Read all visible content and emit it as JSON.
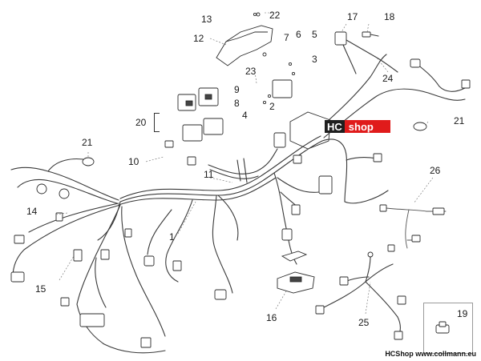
{
  "callouts": {
    "c1": "1",
    "c2": "2",
    "c3": "3",
    "c4": "4",
    "c5": "5",
    "c6": "6",
    "c7": "7",
    "c8": "8",
    "c9": "9",
    "c10": "10",
    "c11": "11",
    "c12": "12",
    "c13": "13",
    "c14": "14",
    "c15": "15",
    "c16": "16",
    "c17": "17",
    "c18": "18",
    "c19": "19",
    "c20": "20",
    "c21a": "21",
    "c21b": "21",
    "c22": "22",
    "c23": "23",
    "c24": "24",
    "c25": "25",
    "c26": "26"
  },
  "watermark": {
    "hc": "HC",
    "shop": "shop"
  },
  "footer": "HCShop www.collmann.eu",
  "colors": {
    "logo_red": "#e01b1b",
    "logo_dark": "#1f1f1f",
    "line": "#3a3a3a"
  }
}
